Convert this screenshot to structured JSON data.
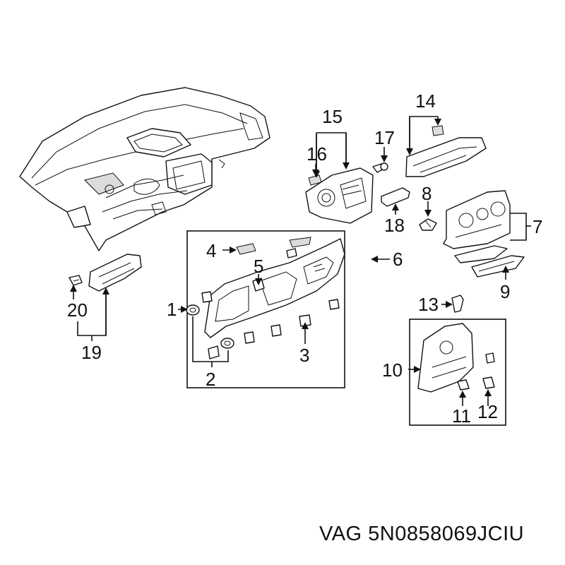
{
  "caption": {
    "brand": "VAG",
    "part_number": "5N0858069JCIU"
  },
  "callouts": {
    "c1": "1",
    "c2": "2",
    "c3": "3",
    "c4": "4",
    "c5": "5",
    "c6": "6",
    "c7": "7",
    "c8": "8",
    "c9": "9",
    "c10": "10",
    "c11": "11",
    "c12": "12",
    "c13": "13",
    "c14": "14",
    "c15": "15",
    "c16": "16",
    "c17": "17",
    "c18": "18",
    "c19": "19",
    "c20": "20"
  },
  "colors": {
    "line": "#111111",
    "background": "#ffffff",
    "shade": "#dcdcdc"
  }
}
